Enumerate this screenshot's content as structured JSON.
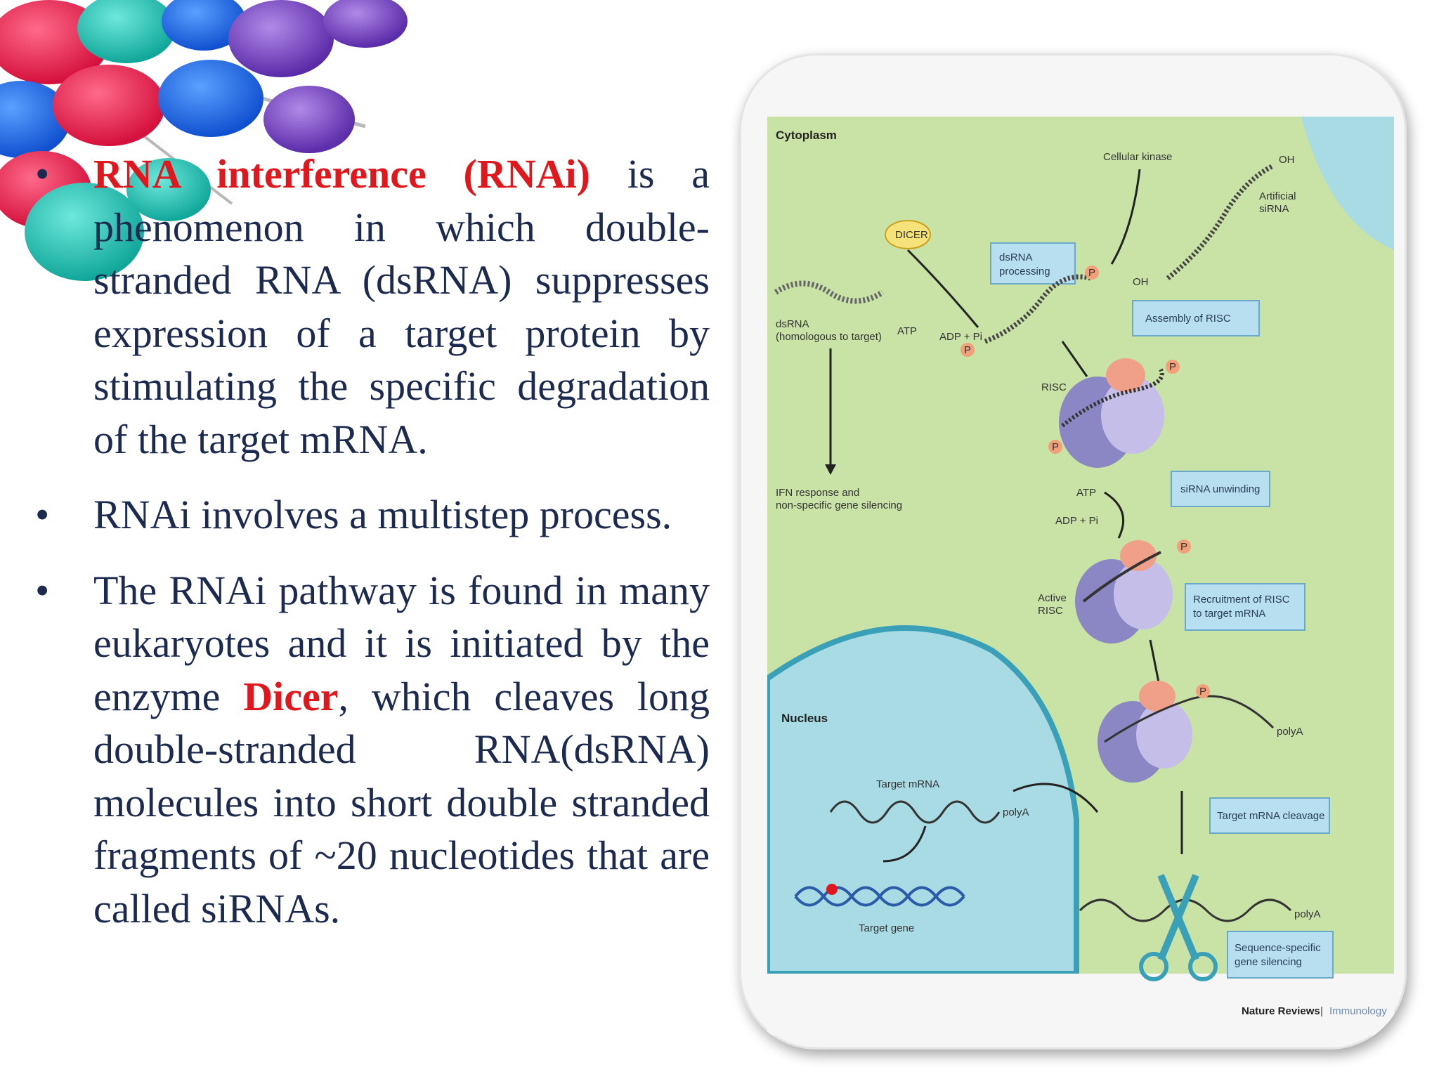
{
  "bullets": [
    {
      "marker": "•",
      "parts": [
        {
          "text": "RNA interference (RNAi)",
          "highlight": true
        },
        {
          "text": " is a phenomenon in which double-stranded RNA (dsRNA) suppresses expression of a target protein by stimulating the specific degradation of the target mRNA.",
          "highlight": false
        }
      ]
    },
    {
      "marker": "•",
      "parts": [
        {
          "text": "RNAi involves a multistep process.",
          "highlight": false
        }
      ]
    },
    {
      "marker": "•",
      "parts": [
        {
          "text": "The RNAi pathway is found in many eukaryotes and it is initiated by the enzyme ",
          "highlight": false
        },
        {
          "text": "Dicer",
          "highlight": true
        },
        {
          "text": ", which cleaves long double-stranded RNA(dsRNA) molecules  into short double stranded fragments of ~20 nucleotides that are called siRNAs.",
          "highlight": false
        }
      ]
    }
  ],
  "figure": {
    "cytoplasm": "Cytoplasm",
    "nucleus": "Nucleus",
    "dicer": "DICER",
    "cellular_kinase": "Cellular kinase",
    "oh_top": "OH",
    "oh_left": "OH",
    "artificial_sirna_1": "Artificial",
    "artificial_sirna_2": "siRNA",
    "dsrna_processing_1": "dsRNA",
    "dsrna_processing_2": "processing",
    "dsrna_label_1": "dsRNA",
    "dsrna_label_2": "(homologous to target)",
    "atp_1": "ATP",
    "adp_1": "ADP + Pi",
    "assembly_risc": "Assembly of RISC",
    "risc": "RISC",
    "ifn_1": "IFN response and",
    "ifn_2": "non-specific gene silencing",
    "atp_2": "ATP",
    "adp_2": "ADP + Pi",
    "sirna_unwinding": "siRNA unwinding",
    "active_risc_1": "Active",
    "active_risc_2": "RISC",
    "recruitment_1": "Recruitment of RISC",
    "recruitment_2": "to target mRNA",
    "polya_1": "polyA",
    "target_mrna": "Target mRNA",
    "polya_2": "polyA",
    "target_gene": "Target gene",
    "target_cleavage": "Target mRNA cleavage",
    "polya_3": "polyA",
    "sequence_1": "Sequence-specific",
    "sequence_2": "gene silencing",
    "phosphate": "P",
    "credit_journal": "Nature Reviews",
    "credit_sep": " | ",
    "credit_section": "Immunology"
  },
  "colors": {
    "text": "#1c2a50",
    "highlight": "#e0181e",
    "cytoplasm_green": "#c9e3a6",
    "nucleus_blue": "#a8dbe3",
    "box_blue": "#b7dff0",
    "risc_purple": "#8b86c4"
  }
}
